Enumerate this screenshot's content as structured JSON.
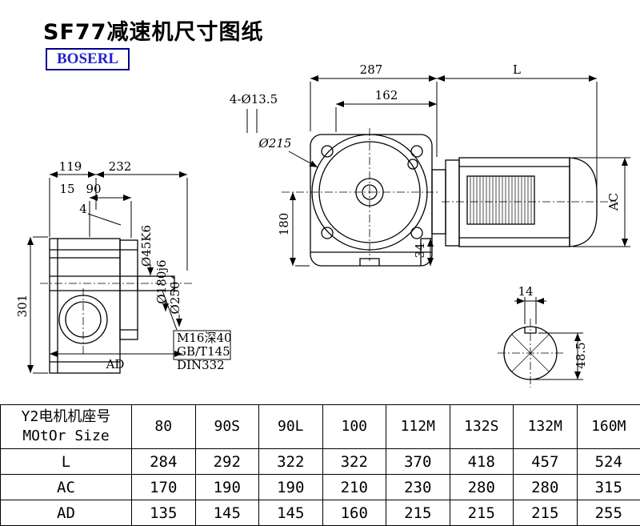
{
  "page": {
    "title": "SF77减速机尺寸图纸",
    "logo": "BOSERL"
  },
  "side_view": {
    "dim_119": "119",
    "dim_232": "232",
    "dim_15": "15",
    "dim_90": "90",
    "dim_4": "4",
    "dim_301": "301",
    "dim_ad": "AD",
    "dia_shaft": "Ø45K6",
    "dia_spigot": "Ø180j6",
    "dia_flange": "Ø250",
    "note_1": "M16深40",
    "note_2": "GB/T145",
    "note_3": "DIN332"
  },
  "front_view": {
    "dim_287": "287",
    "dim_l": "L",
    "dim_162": "162",
    "holes": "4-Ø13.5",
    "dia_215": "Ø215",
    "dim_180": "180",
    "dim_34": "34",
    "dim_ac": "AC"
  },
  "shaft_section": {
    "dim_14": "14",
    "dim_485": "48.5"
  },
  "table": {
    "header": {
      "line1": "Y2电机机座号",
      "line2": "MOtOr Size"
    },
    "sizes": [
      "80",
      "90S",
      "90L",
      "100",
      "112M",
      "132S",
      "132M",
      "160M"
    ],
    "rows": [
      {
        "label": "L",
        "values": [
          "284",
          "292",
          "322",
          "322",
          "370",
          "418",
          "457",
          "524"
        ]
      },
      {
        "label": "AC",
        "values": [
          "170",
          "190",
          "190",
          "210",
          "230",
          "280",
          "280",
          "315"
        ]
      },
      {
        "label": "AD",
        "values": [
          "135",
          "145",
          "145",
          "160",
          "215",
          "215",
          "215",
          "255"
        ]
      }
    ]
  },
  "colors": {
    "line": "#000000",
    "logo_text": "#2222cc",
    "logo_border": "#00008b"
  }
}
